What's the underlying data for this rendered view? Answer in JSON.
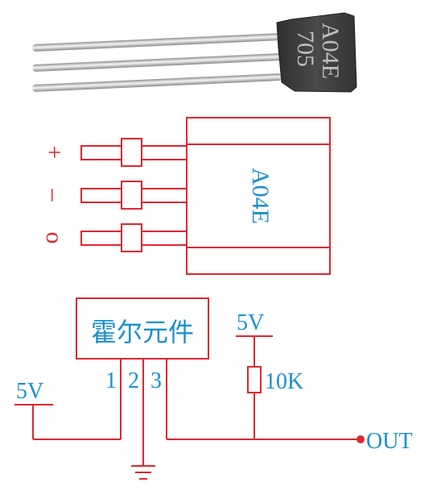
{
  "photo": {
    "marking_line1": "A04E",
    "marking_line2": "705"
  },
  "pinout": {
    "pin_labels": [
      "+",
      "–",
      "o"
    ],
    "body_label": "A04E"
  },
  "schematic": {
    "component_label": "霍尔元件",
    "pin_numbers": [
      "1",
      "2",
      "3"
    ],
    "supply_left": "5V",
    "supply_right": "5V",
    "resistor_value": "10K",
    "output_label": "OUT"
  },
  "colors": {
    "red": "#e0262e",
    "blue": "#1b8fd1",
    "body_dark": "#3d3d3d",
    "lead_silver": "#c9c9c9"
  }
}
